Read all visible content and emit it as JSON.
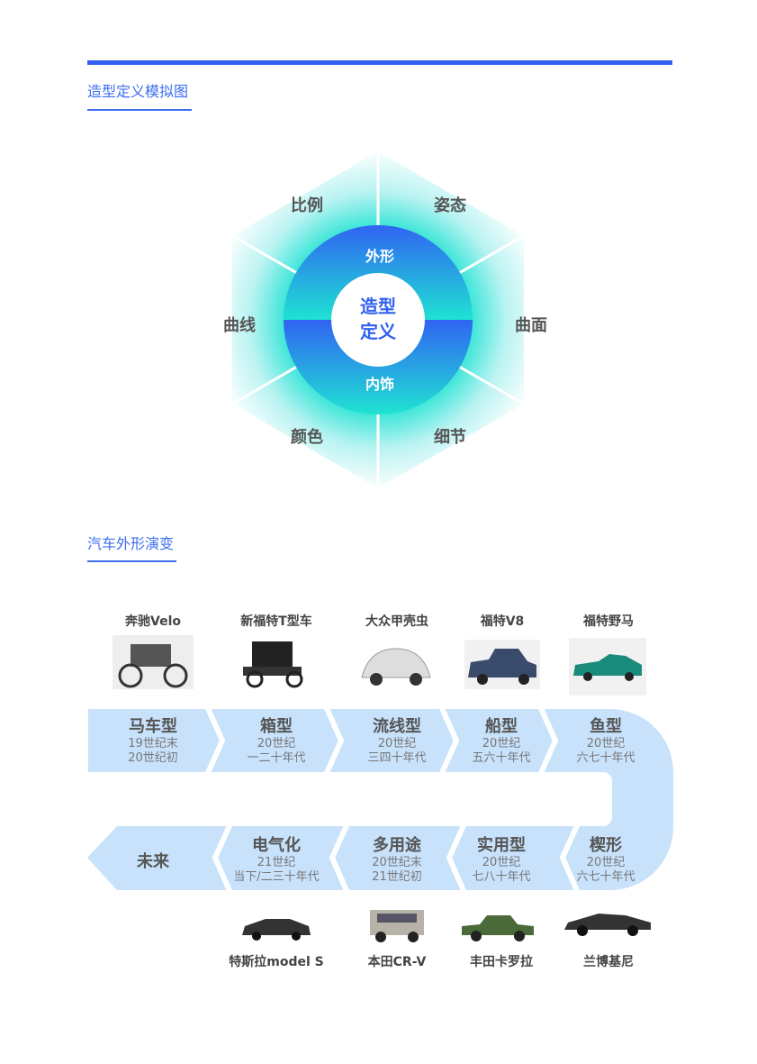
{
  "section1": {
    "title": "造型定义模拟图"
  },
  "diagram": {
    "center_line1": "造型",
    "center_line2": "定义",
    "top_half": "外形",
    "bottom_half": "内饰",
    "petals": [
      "比例",
      "姿态",
      "曲面",
      "细节",
      "颜色",
      "曲线"
    ]
  },
  "section2": {
    "title": "汽车外形演变"
  },
  "top_cars": [
    "奔驰Velo",
    "新福特T型车",
    "大众甲壳虫",
    "福特V8",
    "福特野马"
  ],
  "top_stages": [
    {
      "name": "马车型",
      "line1": "19世纪末",
      "line2": "20世纪初"
    },
    {
      "name": "箱型",
      "line1": "20世纪",
      "line2": "一二十年代"
    },
    {
      "name": "流线型",
      "line1": "20世纪",
      "line2": "三四十年代"
    },
    {
      "name": "船型",
      "line1": "20世纪",
      "line2": "五六十年代"
    },
    {
      "name": "鱼型",
      "line1": "20世纪",
      "line2": "六七十年代"
    }
  ],
  "bottom_stages": [
    {
      "name": "未来"
    },
    {
      "name": "电气化",
      "line1": "21世纪",
      "line2": "当下/二三十年代"
    },
    {
      "name": "多用途",
      "line1": "20世纪末",
      "line2": "21世纪初"
    },
    {
      "name": "实用型",
      "line1": "20世纪",
      "line2": "七八十年代"
    },
    {
      "name": "楔形",
      "line1": "20世纪",
      "line2": "六七十年代"
    }
  ],
  "bottom_cars": [
    "特斯拉model S",
    "本田CR-V",
    "丰田卡罗拉",
    "兰博基尼"
  ],
  "colors": {
    "accent": "#3060f0",
    "cyan": "#1fe3d2",
    "band": "#c8e2fc"
  }
}
